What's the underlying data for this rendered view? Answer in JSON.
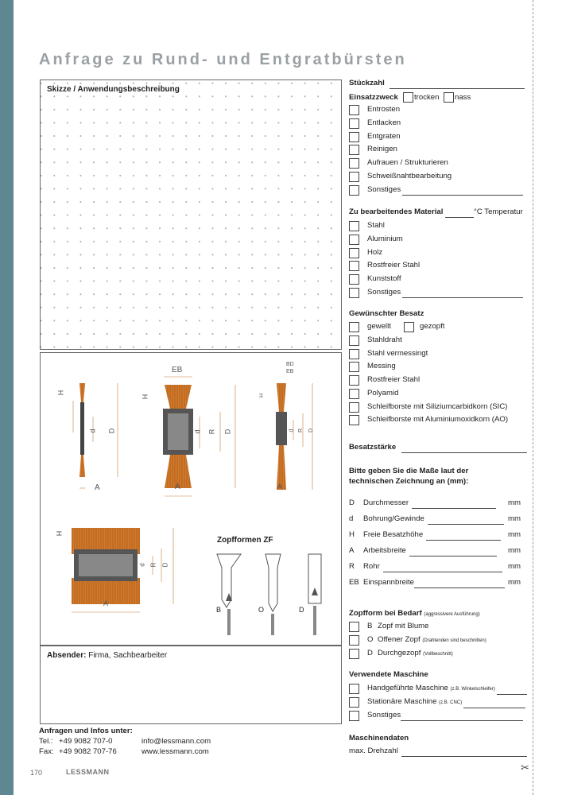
{
  "title": "Anfrage zu Rund- und Entgratbürsten",
  "sketch": {
    "label": "Skizze / Anwendungsbeschreibung"
  },
  "sender": {
    "label_bold": "Absender:",
    "label_rest": " Firma, Sachbearbeiter"
  },
  "form": {
    "stueckzahl": "Stückzahl",
    "einsatzzweck": {
      "label": "Einsatzzweck",
      "opt_trocken": "trocken",
      "opt_nass": "nass",
      "items": [
        "Entrosten",
        "Entlacken",
        "Entgraten",
        "Reinigen",
        "Aufrauen / Strukturieren",
        "Schweißnahtbearbeitung",
        "Sonstiges"
      ]
    },
    "material": {
      "label": "Zu bearbeitendes Material",
      "suffix": "°C Temperatur",
      "items": [
        "Stahl",
        "Aluminium",
        "Holz",
        "Rostfreier Stahl",
        "Kunststoff",
        "Sonstiges"
      ]
    },
    "besatz": {
      "label": "Gewünschter Besatz",
      "opt_gewellt": "gewellt",
      "opt_gezopft": "gezopft",
      "items": [
        "Stahldraht",
        "Stahl vermessingt",
        "Messing",
        "Rostfreier Stahl",
        "Polyamid",
        "Schleifborste mit Siliziumcarbidkorn (SIC)",
        "Schleifborste mit Aluminiumoxidkorn (AO)"
      ]
    },
    "besatzstaerke": "Besatzstärke",
    "masse": {
      "heading1": "Bitte geben Sie die Maße laut der",
      "heading2": "technischen Zeichnung an (mm):",
      "unit": "mm",
      "items": [
        {
          "code": "D",
          "label": "Durchmesser"
        },
        {
          "code": "d",
          "label": "Bohrung/Gewinde"
        },
        {
          "code": "H",
          "label": "Freie Besatzhöhe"
        },
        {
          "code": "A",
          "label": "Arbeitsbreite"
        },
        {
          "code": "R",
          "label": "Rohr"
        },
        {
          "code": "EB",
          "label": "Einspannbreite"
        }
      ]
    },
    "zopfform": {
      "label": "Zopfform bei Bedarf",
      "note": "(aggressivere Ausführung)",
      "items": [
        {
          "code": "B",
          "label": "Zopf mit Blume",
          "note": ""
        },
        {
          "code": "O",
          "label": "Offener Zopf",
          "note": "(Drahtenden sind beschnitten)"
        },
        {
          "code": "D",
          "label": "Durchgezopf",
          "note": "(Vollbeschnitt)"
        }
      ]
    },
    "maschine": {
      "label": "Verwendete Maschine",
      "items": [
        {
          "label": "Handgeführte Maschine",
          "note": "(z.B. Winkelschleifer)"
        },
        {
          "label": "Stationäre Maschine",
          "note": "(z.B. CNC)"
        },
        {
          "label": "Sonstiges",
          "note": ""
        }
      ]
    },
    "maschinendaten": {
      "label": "Maschinendaten",
      "drehzahl": "max. Drehzahl"
    }
  },
  "drawing": {
    "zopf_title": "Zopfformen ZF",
    "zopf_labels": [
      "B",
      "O",
      "D"
    ],
    "dim_labels": {
      "H": "H",
      "D": "D",
      "d": "d",
      "R": "R",
      "A": "A",
      "EB": "EB",
      "BD": "BD"
    }
  },
  "contact": {
    "heading": "Anfragen und Infos unter:",
    "tel_label": "Tel.:",
    "tel": "+49 9082 707-0",
    "fax_label": "Fax:",
    "fax": "+49 9082 707-76",
    "email": "info@lessmann.com",
    "web": "www.lessmann.com"
  },
  "footer": {
    "page": "170",
    "logo": "LESSMANN"
  },
  "colors": {
    "accent": "#5e8791",
    "bristle": "#d27a2c",
    "dim": "#c87d3c"
  }
}
